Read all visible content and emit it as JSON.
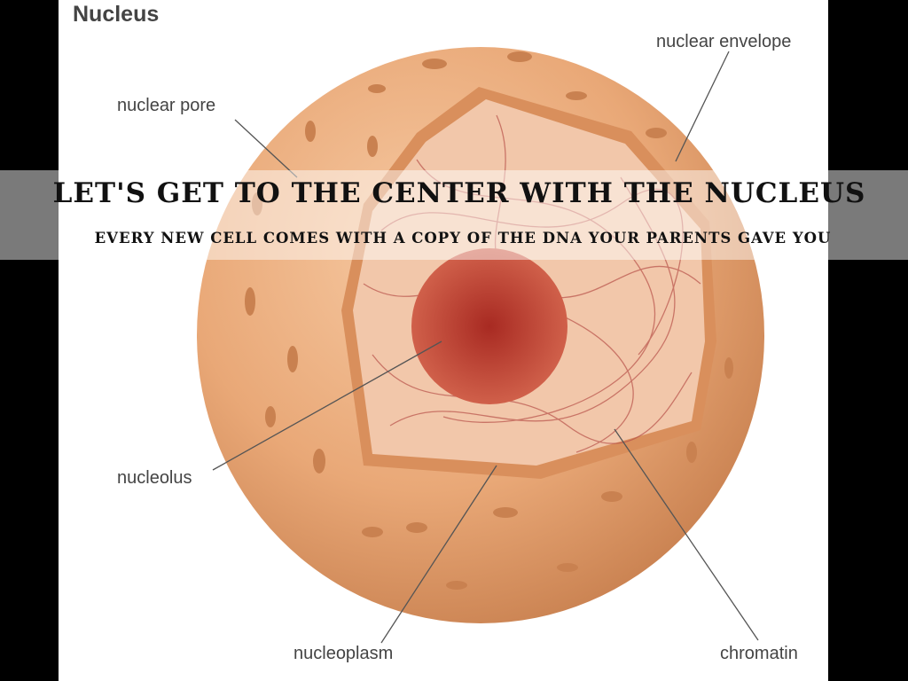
{
  "diagram": {
    "title": "Nucleus",
    "labels": {
      "nuclear_envelope": "nuclear envelope",
      "nuclear_pore": "nuclear pore",
      "nucleolus": "nucleolus",
      "nucleoplasm": "nucleoplasm",
      "chromatin": "chromatin"
    }
  },
  "slide": {
    "heading": "LET'S GET TO THE CENTER WITH THE NUCLEUS",
    "subheading": "EVERY NEW CELL COMES WITH A COPY OF THE DNA YOUR PARENTS GAVE YOU"
  },
  "colors": {
    "sphere": "#e9a877",
    "interior": "#f2c7aa",
    "nucleolus": "#b8352a"
  }
}
